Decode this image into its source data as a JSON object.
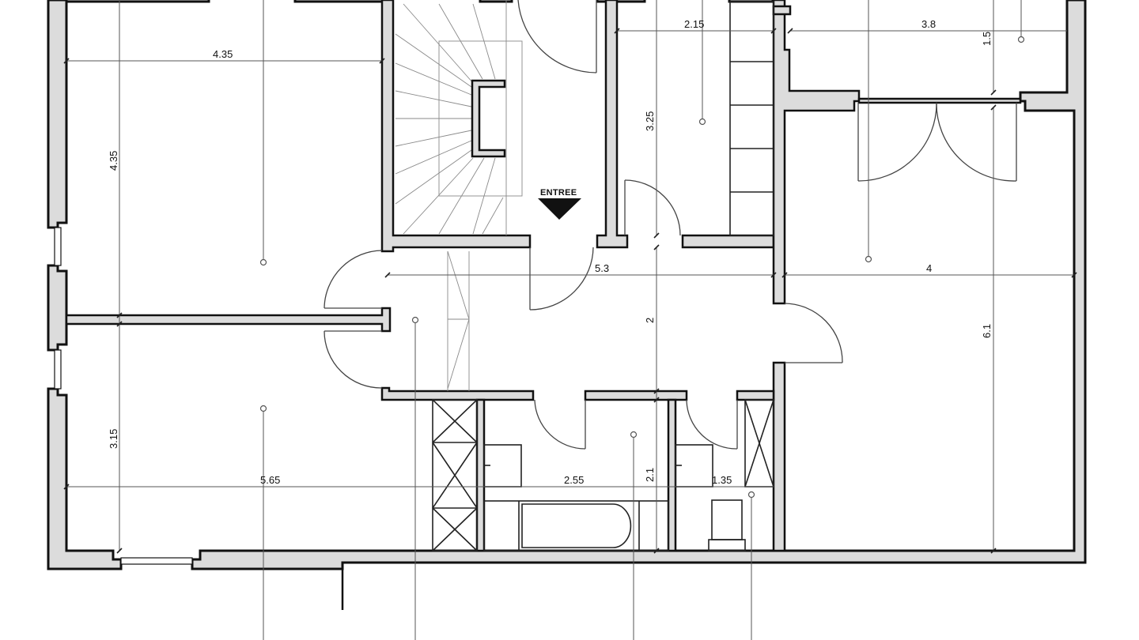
{
  "plan": {
    "title": "Floor plan",
    "entry_label": "ENTREE",
    "dimensions": {
      "room_top_left_width": "4.35",
      "room_top_left_depth": "4.35",
      "room_bottom_left_depth": "3.15",
      "room_bottom_left_width": "5.65",
      "utility_room_width": "2.15",
      "utility_room_depth": "3.25",
      "top_right_width": "3.8",
      "top_right_depth": "1.5",
      "hallway_width": "5.3",
      "hallway_depth": "2",
      "right_room_width": "4",
      "right_room_depth": "6.1",
      "bathroom_width": "2.55",
      "bathroom_depth": "2.1",
      "wc_width": "1.35"
    },
    "colors": {
      "wall_fill": "#dcdcdc",
      "wall_stroke": "#111111",
      "background": "#ffffff"
    }
  }
}
